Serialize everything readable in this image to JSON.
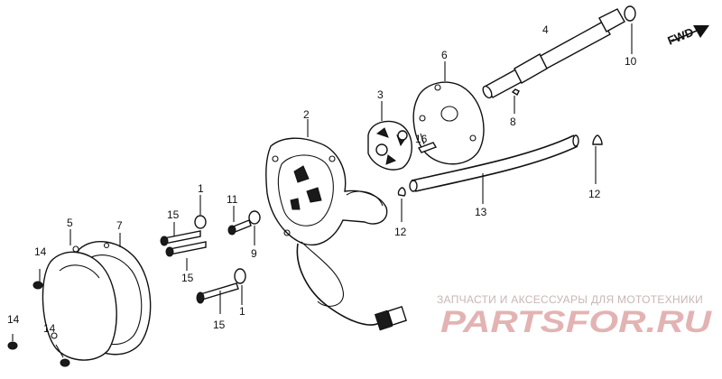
{
  "callouts": {
    "c1a": "1",
    "c1b": "1",
    "c2": "2",
    "c3": "3",
    "c4": "4",
    "c5": "5",
    "c6": "6",
    "c7": "7",
    "c8": "8",
    "c9": "9",
    "c10": "10",
    "c11": "11",
    "c12a": "12",
    "c12b": "12",
    "c13": "13",
    "c14a": "14",
    "c14b": "14",
    "c14c": "14",
    "c15a": "15",
    "c15b": "15",
    "c15c": "15",
    "c16": "16"
  },
  "direction": {
    "label": "FWD"
  },
  "watermark": {
    "tagline": "ЗАПЧАСТИ И АКСЕССУАРЫ ДЛЯ МОТОТЕХНИКИ",
    "brand": "PARTSFOR.RU"
  },
  "colors": {
    "line": "#111111",
    "background": "#ffffff",
    "watermark_text": "#e3b3b3"
  }
}
